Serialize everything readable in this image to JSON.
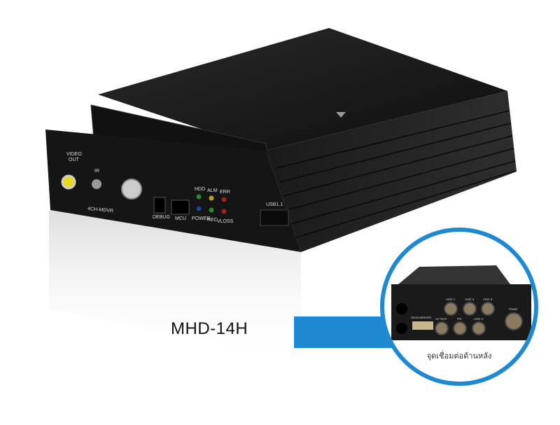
{
  "product": {
    "model": "MHD-14H",
    "front_panel": {
      "brand_print": "4CH-MDVR",
      "video_out": "VIDEO",
      "video_out_2": "OUT",
      "ir": "IR",
      "debug": "DEBUG",
      "mcu": "MCU",
      "leds_top": [
        "HDD",
        "ALM",
        "ERR"
      ],
      "leds_bottom": [
        "POWER",
        "REC",
        "VLOSS"
      ],
      "usb": "USB1.1"
    },
    "rear_inset": {
      "caption": "จุดเชื่อมต่อด้านหลัง",
      "ports_top": [
        "AHD 1",
        "AHD 2",
        "AHD 3"
      ],
      "ports_bottom": [
        "AV OUT",
        "PG",
        "AHD 4"
      ],
      "serial": "Sensor&Serial",
      "power": "Power"
    }
  },
  "colors": {
    "accent": "#1e88d0",
    "device": "#1b1b1b"
  }
}
